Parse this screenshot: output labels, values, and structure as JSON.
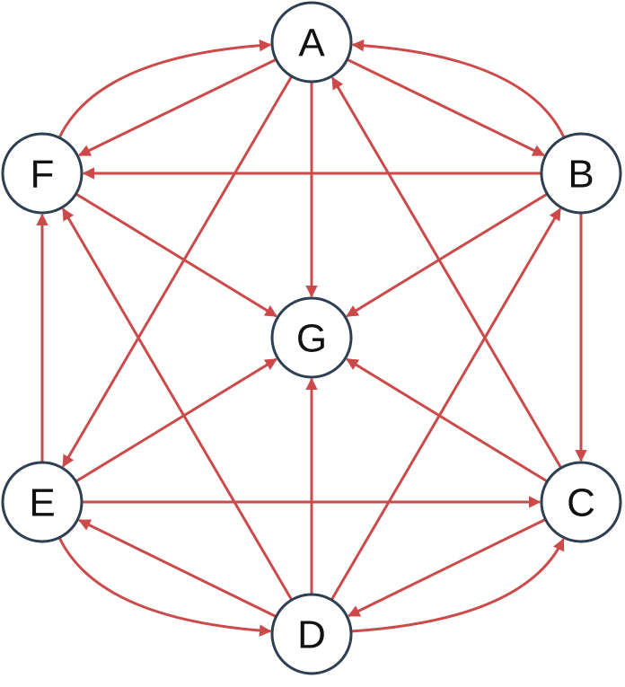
{
  "colors": {
    "edge": "#cc4a4a",
    "node_stroke": "#2e3f52",
    "node_fill": "#ffffff",
    "label": "#111111"
  },
  "nodes": [
    {
      "id": "A",
      "label": "A"
    },
    {
      "id": "B",
      "label": "B"
    },
    {
      "id": "C",
      "label": "C"
    },
    {
      "id": "D",
      "label": "D"
    },
    {
      "id": "E",
      "label": "E"
    },
    {
      "id": "F",
      "label": "F"
    },
    {
      "id": "G",
      "label": "G"
    }
  ],
  "edges": [
    {
      "from": "F",
      "to": "A",
      "curved": true
    },
    {
      "from": "B",
      "to": "A",
      "curved": true
    },
    {
      "from": "A",
      "to": "F"
    },
    {
      "from": "A",
      "to": "B"
    },
    {
      "from": "B",
      "to": "F"
    },
    {
      "from": "A",
      "to": "G"
    },
    {
      "from": "A",
      "to": "E"
    },
    {
      "from": "C",
      "to": "A"
    },
    {
      "from": "D",
      "to": "F"
    },
    {
      "from": "D",
      "to": "B"
    },
    {
      "from": "F",
      "to": "G"
    },
    {
      "from": "B",
      "to": "G"
    },
    {
      "from": "E",
      "to": "G"
    },
    {
      "from": "C",
      "to": "G"
    },
    {
      "from": "D",
      "to": "G"
    },
    {
      "from": "E",
      "to": "F"
    },
    {
      "from": "B",
      "to": "C"
    },
    {
      "from": "E",
      "to": "C"
    },
    {
      "from": "D",
      "to": "E"
    },
    {
      "from": "C",
      "to": "D"
    },
    {
      "from": "E",
      "to": "D",
      "curved": true
    },
    {
      "from": "D",
      "to": "C",
      "curved": true
    }
  ]
}
